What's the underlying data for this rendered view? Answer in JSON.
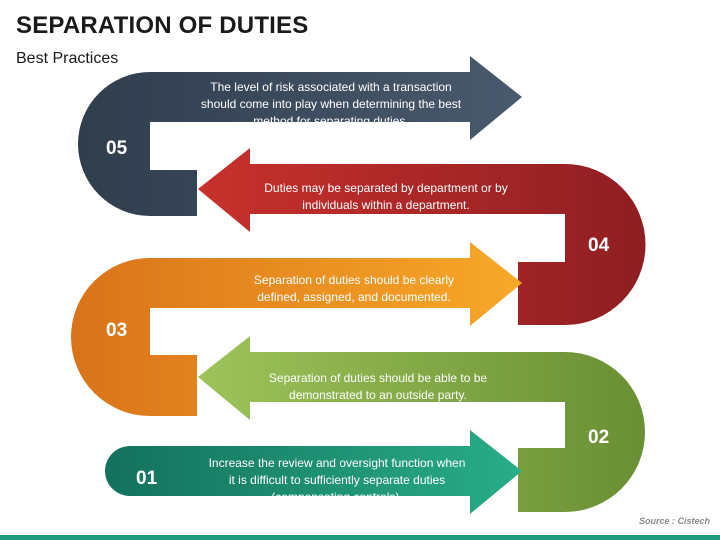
{
  "title": "SEPARATION OF DUTIES",
  "subtitle": "Best Practices",
  "steps": [
    {
      "number": "05",
      "text": "The level of risk associated with a transaction should come into play when determining the best method for separating duties.",
      "color": "#3d4c5e"
    },
    {
      "number": "04",
      "text": "Duties may be separated by department or by individuals within a department.",
      "color": "#c0302c"
    },
    {
      "number": "03",
      "text": "Separation of duties should be clearly defined, assigned, and documented.",
      "color": "#f09a1e"
    },
    {
      "number": "02",
      "text": "Separation of duties should be able to be demonstrated to an outside party.",
      "color": "#8cb645"
    },
    {
      "number": "01",
      "text": "Increase the review and oversight function when it is difficult to sufficiently separate duties (compensating controls).",
      "color": "#1f9c7c"
    }
  ],
  "source": "Source : Cistech",
  "colors": {
    "bottom_bar": "#1f9c7c"
  }
}
